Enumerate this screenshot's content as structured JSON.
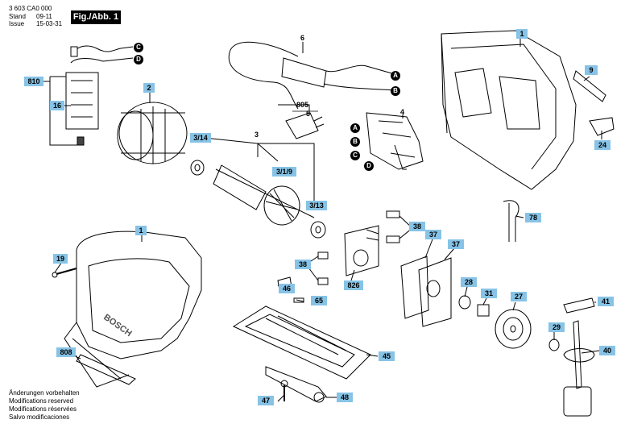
{
  "header": {
    "doc_number": "3 603 CA0 000",
    "stand_label": "Stand",
    "issue_label": "Issue",
    "stand_date": "09-11",
    "issue_date": "15-03-31",
    "fig_label": "Fig./Abb. 1"
  },
  "notes": {
    "line1": "Änderungen vorbehalten",
    "line2": "Modifications reserved",
    "line3": "Modifications réservées",
    "line4": "Salvo modificaciones"
  },
  "tags": {
    "t810": "810",
    "t16": "16",
    "t2": "2",
    "t1a": "1",
    "t9": "9",
    "t24": "24",
    "t78": "78",
    "t38a": "38",
    "t37a": "37",
    "t37b": "37",
    "t38b": "38",
    "t826": "826",
    "t28": "28",
    "t31": "31",
    "t27": "27",
    "t41": "41",
    "t29": "29",
    "t40": "40",
    "t46": "46",
    "t65": "65",
    "t45": "45",
    "t47": "47",
    "t48": "48",
    "t19": "19",
    "t808": "808",
    "t1b": "1",
    "t314": "3/14",
    "t319": "3/1/9",
    "t313": "3/13"
  },
  "plain_numbers": {
    "n6": "6",
    "n805": "805",
    "n5": "5",
    "n4": "4",
    "n3": "3"
  },
  "circles": {
    "c1": "C",
    "c2": "D",
    "a1": "A",
    "b1": "B",
    "a2": "A",
    "b2": "B",
    "c3": "C",
    "d3": "D"
  },
  "brand_text": "BOSCH"
}
